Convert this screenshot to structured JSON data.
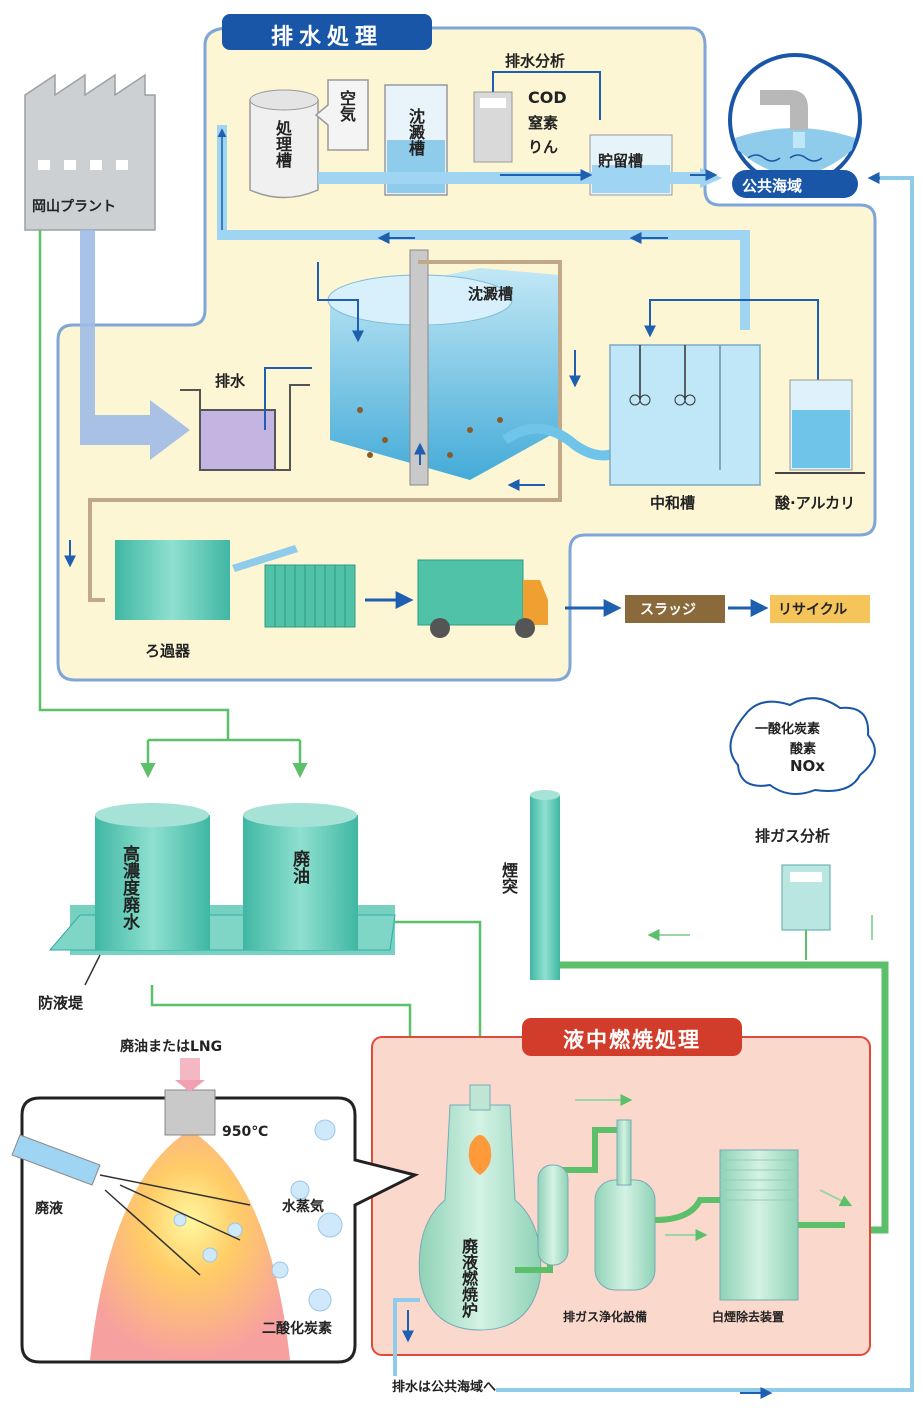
{
  "sections": {
    "wastewater_treatment": "排水処理",
    "submerged_combustion": "液中燃焼処理"
  },
  "labels": {
    "okayama_plant": "岡山プラント",
    "public_waters": "公共海域",
    "wastewater_analysis": "排水分析",
    "analysis_items": [
      "COD",
      "窒素",
      "りん"
    ],
    "treatment_tank": "処理槽",
    "air": "空気",
    "settling_tank_small": "沈澱槽",
    "storage_tank": "貯留槽",
    "settling_tank": "沈澱槽",
    "wastewater": "排水",
    "neutralization_tank": "中和槽",
    "acid_alkali": "酸·アルカリ",
    "filter": "ろ過器",
    "sludge": "スラッジ",
    "recycle": "リサイクル",
    "flue_gas_components": [
      "一酸化炭素",
      "酸素",
      "NOx"
    ],
    "flue_gas_analysis": "排ガス分析",
    "chimney": "煙突",
    "high_conc_wastewater": "高濃度廃水",
    "waste_oil": "廃油",
    "dike": "防液堤",
    "fuel": "廃油またはLNG",
    "temperature": "950℃",
    "waste_liquid": "廃液",
    "water_vapor": "水蒸気",
    "co2": "二酸化炭素",
    "incinerator": "廃液燃焼炉",
    "gas_purifier": "排ガス浄化設備",
    "white_smoke_remover": "白煙除去装置",
    "discharge_note": "排水は公共海域へ"
  },
  "colors": {
    "panel_fill": "#fdf6d4",
    "panel_stroke": "#7fa6d8",
    "banner_blue": "#1a56a8",
    "banner_red": "#d23c2b",
    "combustion_fill": "#fbd8cc",
    "water_pipe": "#9fd4f2",
    "green_line": "#5cbf6a",
    "equipment": "#a7dcc6",
    "tank_teal": "#5fc9b6"
  }
}
